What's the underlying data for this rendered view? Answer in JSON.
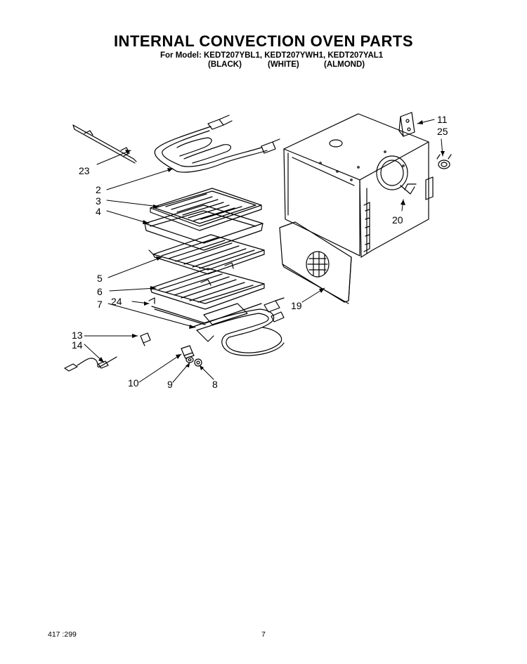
{
  "header": {
    "title": "INTERNAL CONVECTION OVEN PARTS",
    "model_line": "For Model: KEDT207YBL1, KEDT207YWH1, KEDT207YAL1",
    "variants": [
      "(BLACK)",
      "(WHITE)",
      "(ALMOND)"
    ]
  },
  "callouts": {
    "c2": "2",
    "c3": "3",
    "c4": "4",
    "c5": "5",
    "c6": "6",
    "c7": "7",
    "c8": "8",
    "c9": "9",
    "c10": "10",
    "c11": "11",
    "c13": "13",
    "c14": "14",
    "c19": "19",
    "c20": "20",
    "c23": "23",
    "c24": "24",
    "c25": "25"
  },
  "footer": {
    "code": "417 :299",
    "page": "7"
  }
}
